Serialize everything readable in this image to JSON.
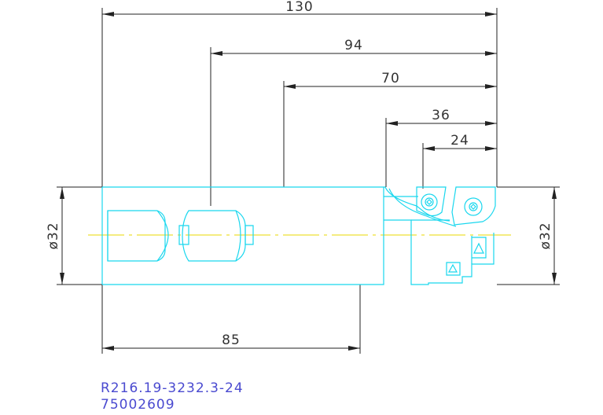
{
  "dimensions": {
    "overall_length": "130",
    "length_94": "94",
    "length_70": "70",
    "length_36": "36",
    "length_24": "24",
    "shank_length": "85",
    "diameter_left": "ø32",
    "diameter_right": "ø32"
  },
  "part": {
    "designation": "R216.19-3232.3-24",
    "item_number": "75002609"
  },
  "colors": {
    "tool_outline": "#19d7ee",
    "dimension_lines": "#222222",
    "center_axis": "#e8d800",
    "part_text": "#4a4ad0"
  }
}
